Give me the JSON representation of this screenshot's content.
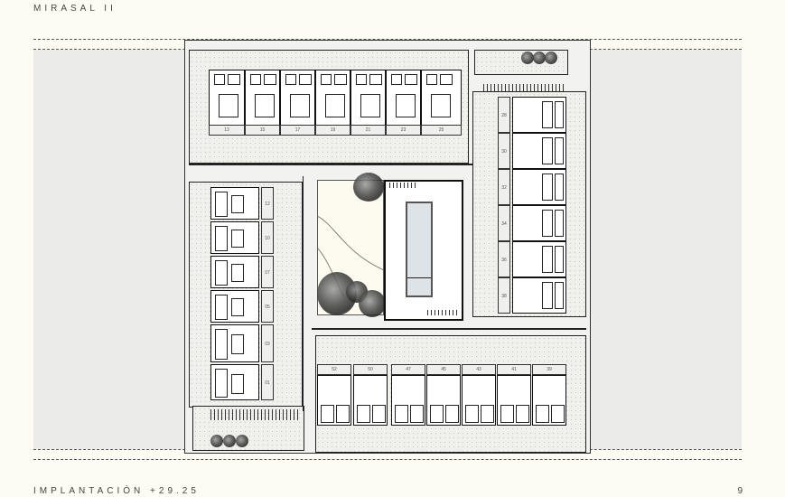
{
  "header": {
    "title": "MIRASAL II"
  },
  "footer": {
    "caption": "IMPLANTACIÓN +29.25",
    "page_number": "9"
  },
  "plan": {
    "top_row_units": [
      "13",
      "15",
      "17",
      "19",
      "21",
      "23",
      "25"
    ],
    "right_column_units": [
      "28",
      "30",
      "32",
      "34",
      "36",
      "38"
    ],
    "left_column_units": [
      "12",
      "10",
      "07",
      "05",
      "03",
      "01"
    ],
    "bottom_row_units": [
      "52",
      "50",
      "47",
      "45",
      "43",
      "41",
      "39"
    ],
    "colors": {
      "paper": "#fdfcf3",
      "side_band": "#ebebea",
      "line": "#222222",
      "pool": "#dde3e6",
      "lawn": "#fdfbef"
    }
  }
}
